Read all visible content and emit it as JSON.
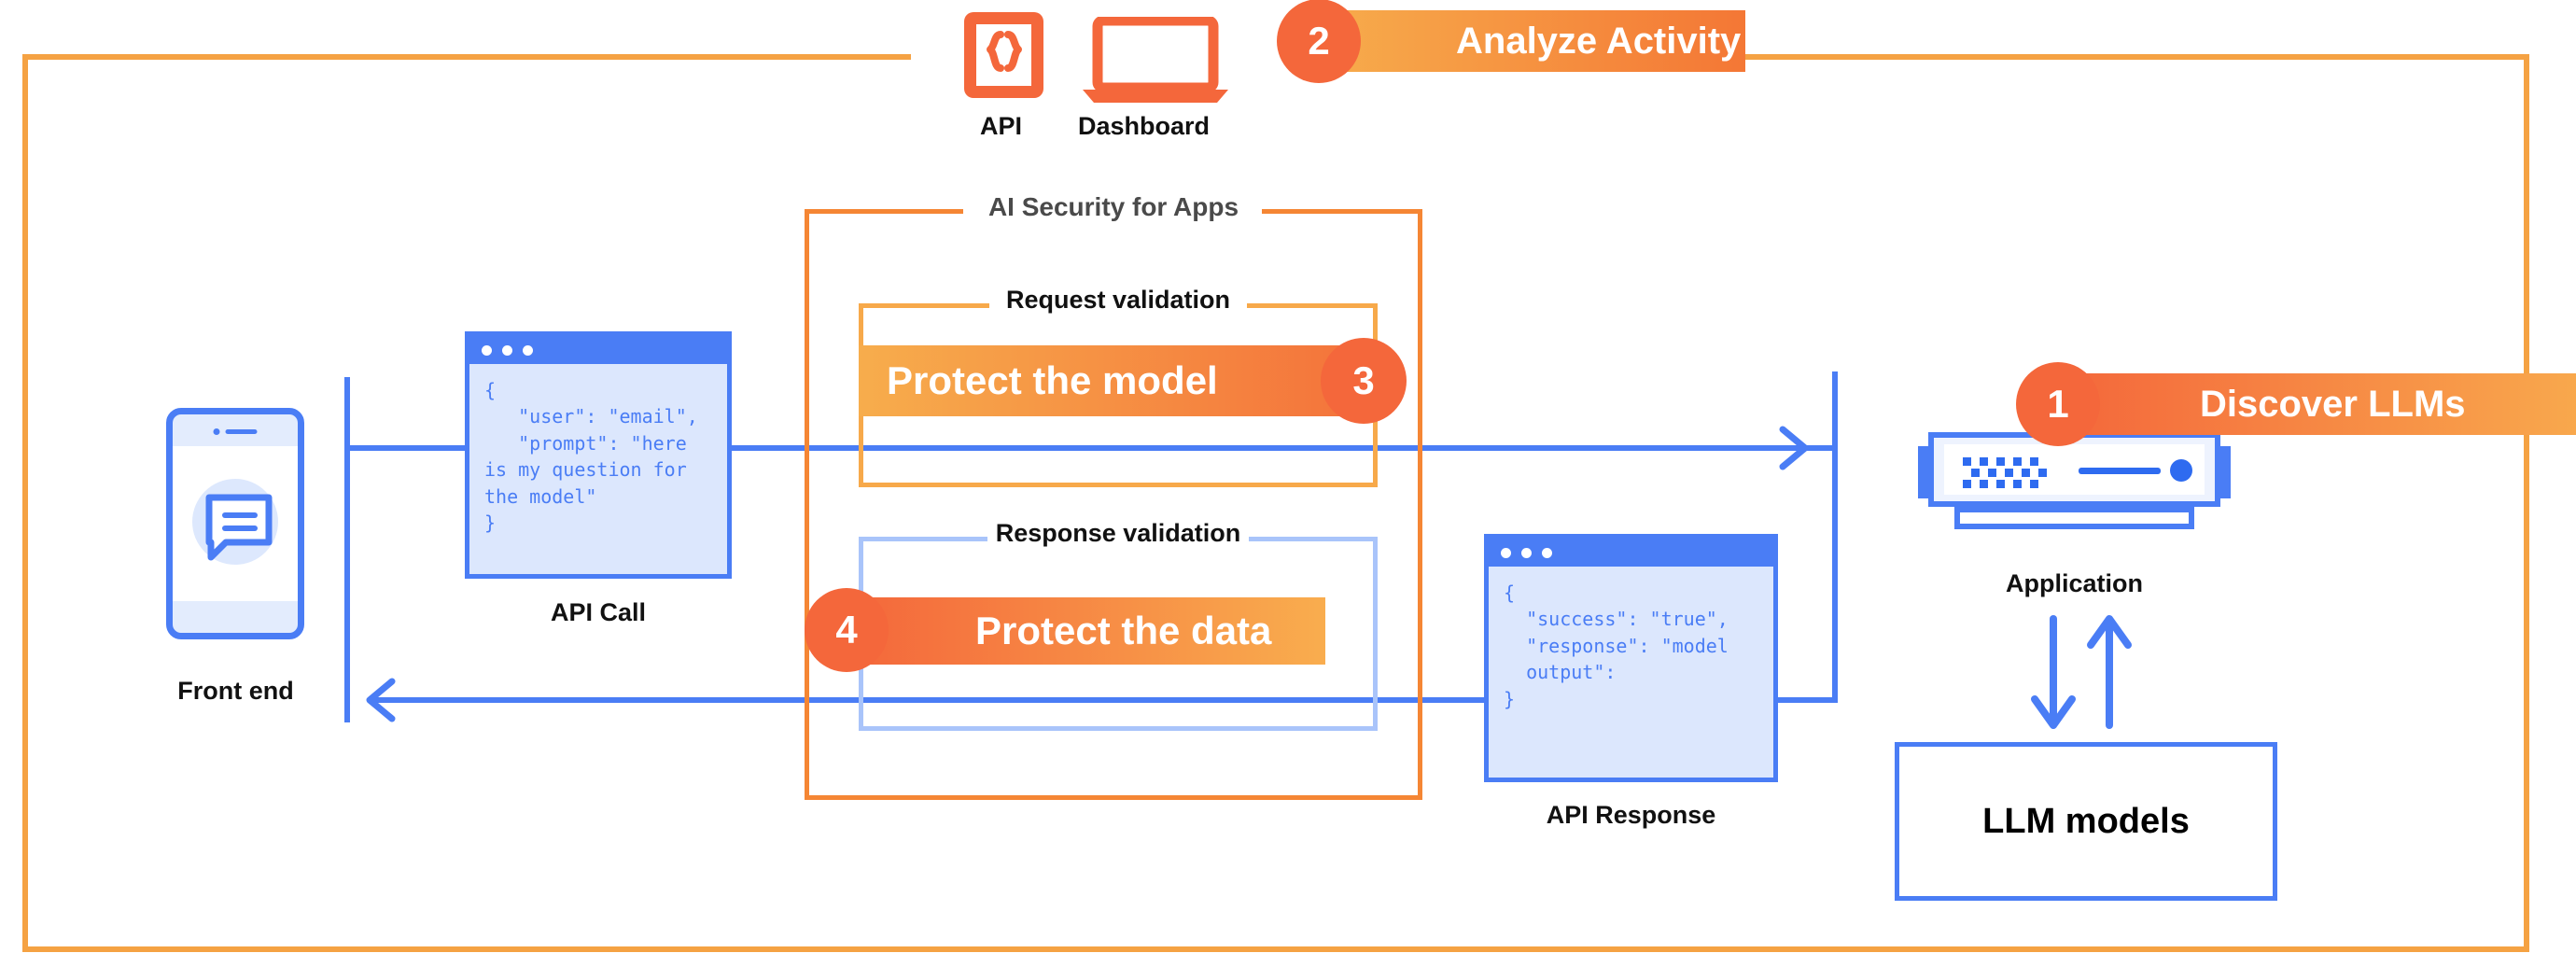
{
  "diagram": {
    "title": "AI Security for Apps",
    "colors": {
      "orange_frame": "#F5A243",
      "orange_dark": "#F4673B",
      "orange_light": "#F9AD4E",
      "blue": "#4A7DF5",
      "blue_light_fill": "#DCE7FD",
      "blue_pale_border": "#A9C4FA",
      "title_gray": "#4A4A4A",
      "black": "#111111"
    }
  },
  "top_icons": [
    {
      "icon": "api-braces-icon",
      "label": "API"
    },
    {
      "icon": "dashboard-laptop-icon",
      "label": "Dashboard"
    }
  ],
  "steps": [
    {
      "number": "1",
      "label": "Discover LLMs"
    },
    {
      "number": "2",
      "label": "Analyze Activity"
    },
    {
      "number": "3",
      "label": "Protect the model"
    },
    {
      "number": "4",
      "label": "Protect the data"
    }
  ],
  "groups": {
    "security": {
      "title": "AI Security for Apps"
    },
    "request": {
      "title": "Request validation"
    },
    "response": {
      "title": "Response validation"
    }
  },
  "nodes": {
    "frontend": {
      "caption": "Front end",
      "icon": "mobile-chat-icon"
    },
    "api_call": {
      "caption": "API Call",
      "code": "{\n   \"user\": \"email\",\n   \"prompt\": \"here\nis my question for\nthe model\"\n}"
    },
    "api_response": {
      "caption": "API Response",
      "code": "{\n  \"success\": \"true\",\n  \"response\": \"model\n  output\":\n}"
    },
    "application": {
      "caption": "Application",
      "icon": "server-appliance-icon"
    },
    "llm_models": {
      "label": "LLM models"
    }
  }
}
